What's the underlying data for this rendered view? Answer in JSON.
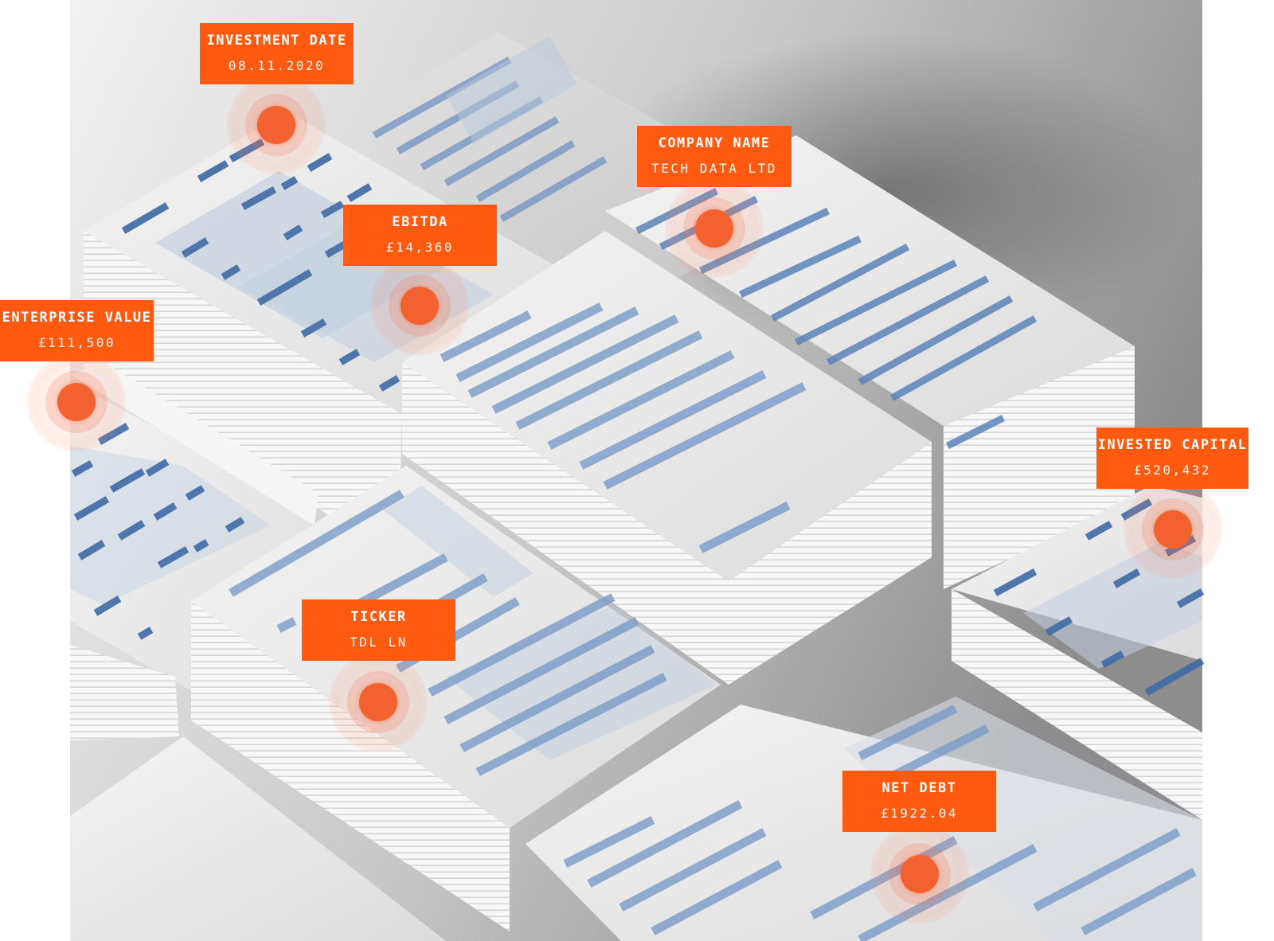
{
  "tags": [
    {
      "id": "investment-date",
      "label": "INVESTMENT DATE",
      "value": "08.11.2020"
    },
    {
      "id": "company-name",
      "label": "COMPANY NAME",
      "value": "TECH DATA LTD"
    },
    {
      "id": "ebitda",
      "label": "EBITDA",
      "value": "£14,360"
    },
    {
      "id": "enterprise-value",
      "label": "ENTERPRISE VALUE",
      "value": "£111,500"
    },
    {
      "id": "invested-capital",
      "label": "INVESTED CAPITAL",
      "value": "£520,432"
    },
    {
      "id": "ticker",
      "label": "TICKER",
      "value": "TDL LN"
    },
    {
      "id": "net-debt",
      "label": "NET DEBT",
      "value": "£1922.04"
    }
  ],
  "colors": {
    "accent": "#ff5a0f",
    "pin": "#f2622e",
    "paper": "#eeeeee",
    "paper_line": "#5a7fb0"
  }
}
